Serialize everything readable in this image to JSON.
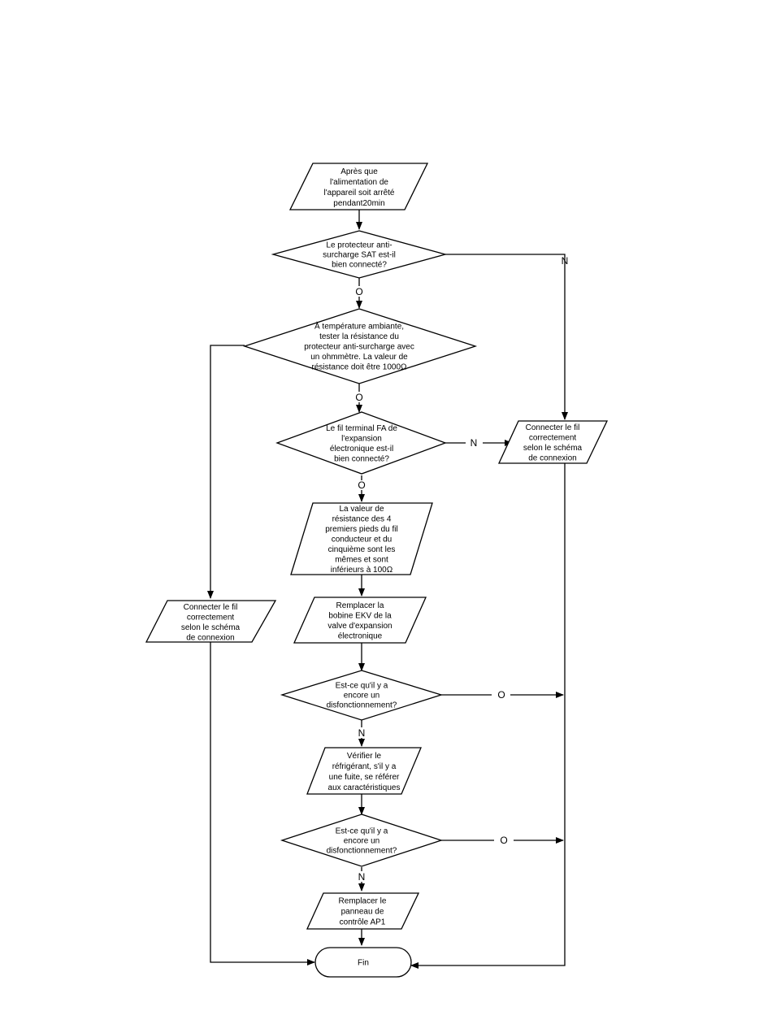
{
  "nodes": {
    "start": [
      "Après que",
      "l'alimentation de",
      "l'appareil soit arrêté",
      "pendant20min"
    ],
    "d1": [
      "Le protecteur anti-",
      "surcharge SAT est-il",
      "bien connecté?"
    ],
    "d2": [
      "À température ambiante,",
      "tester la résistance du",
      "protecteur anti-surcharge avec",
      "un ohmmètre. La valeur de",
      "résistance doit être 1000Ω"
    ],
    "d3": [
      "Le fil terminal FA de",
      "l'expansion",
      "électronique est-il",
      "bien connecté?"
    ],
    "connect_right": [
      "Connecter le fil",
      "correctement",
      "selon le schéma",
      "de connexion"
    ],
    "p_res": [
      "La valeur de",
      "résistance des 4",
      "premiers pieds du fil",
      "conducteur et du",
      "cinquième sont les",
      "mêmes et sont",
      "inférieurs à 100Ω"
    ],
    "p_ekv": [
      "Remplacer la",
      "bobine EKV de la",
      "valve d'expansion",
      "électronique"
    ],
    "connect_left": [
      "Connecter le fil",
      "correctement",
      "selon le schéma",
      "de connexion"
    ],
    "d4": [
      "Est-ce qu'il y a",
      "encore un",
      "disfonctionnement?"
    ],
    "p_ref": [
      "Vérifier le",
      "réfrigérant, s'il y a",
      "une fuite, se référer",
      "aux caractéristiques"
    ],
    "d5": [
      "Est-ce qu'il y a",
      "encore un",
      "disfonctionnement?"
    ],
    "p_ap1": [
      "Remplacer le",
      "panneau de",
      "contrôle AP1"
    ],
    "end": [
      "Fin"
    ]
  },
  "labels": {
    "d1_yes": "O",
    "d1_no": "N",
    "d2_yes": "O",
    "d3_yes": "O",
    "d3_no": "N",
    "d4_no": "N",
    "d4_yes": "O",
    "d5_no": "N",
    "d5_yes": "O"
  }
}
